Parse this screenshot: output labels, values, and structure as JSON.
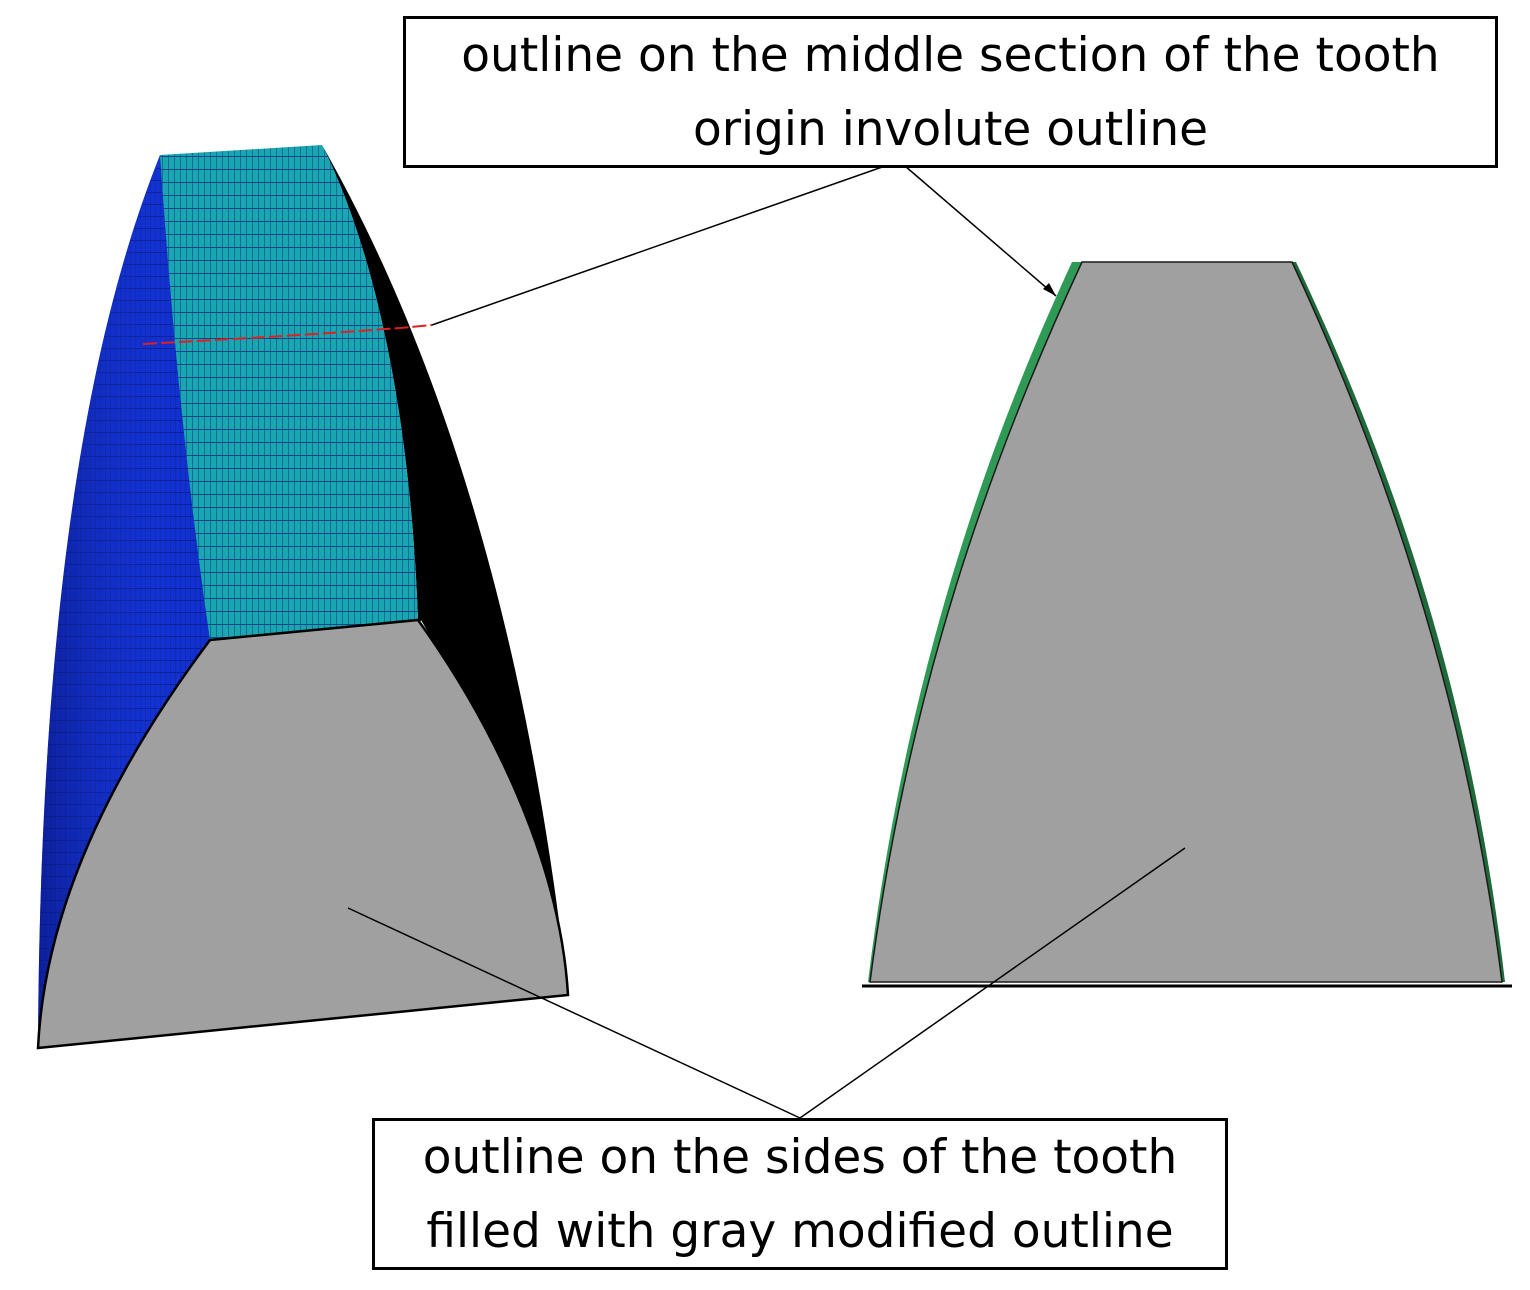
{
  "callouts": {
    "top": {
      "line1": "outline on the middle section of the tooth",
      "line2": "origin involute outline"
    },
    "bottom": {
      "line1": "outline on the sides of the tooth",
      "line2": "filled with gray modified outline"
    }
  },
  "colors": {
    "mesh_dark_blue": "#0a1fb8",
    "mesh_teal": "#1aa6b0",
    "side_black": "#000000",
    "section_gray": "#a0a0a0",
    "edge_green": "#2f9a55",
    "middle_section_line": "#e02020",
    "leader_line": "#000000"
  },
  "figures": [
    {
      "name": "tooth-3d-mesh-view",
      "description_icon": "gear-tooth-3d-icon"
    },
    {
      "name": "tooth-front-view",
      "description_icon": "gear-tooth-section-icon"
    }
  ]
}
